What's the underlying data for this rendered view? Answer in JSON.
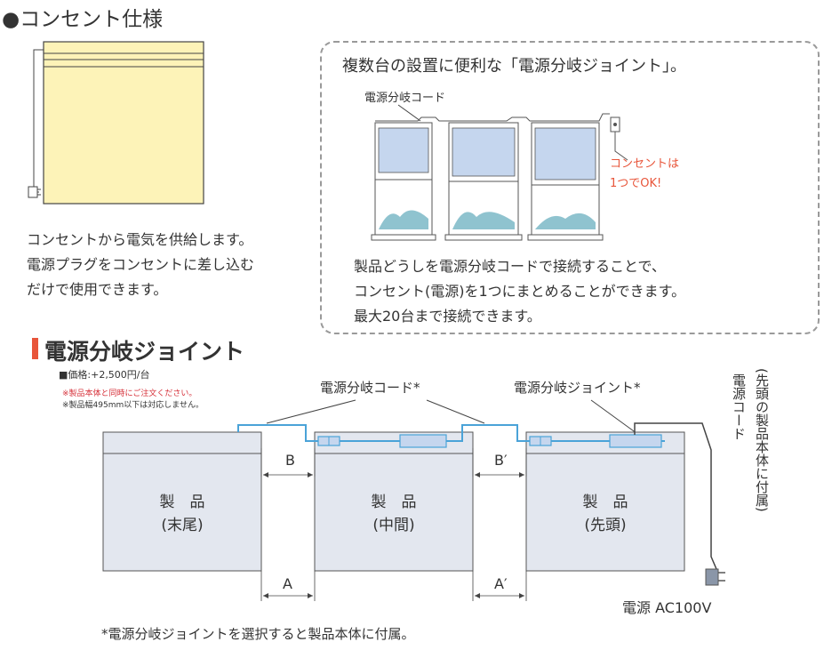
{
  "outlet_section": {
    "title": "●コンセント仕様",
    "description_lines": [
      "コンセントから電気を供給します。",
      "電源プラグをコンセントに差し込む",
      "だけで使用できます。"
    ]
  },
  "callout": {
    "heading": "複数台の設置に便利な「電源分岐ジョイント」。",
    "cord_label": "電源分岐コード",
    "outlet_note_lines": [
      "コンセントは",
      "1つでOK!"
    ],
    "body_lines": [
      "製品どうしを電源分岐コードで接続することで、",
      "コンセント(電源)を1つにまとめることができます。",
      "最大20台まで接続できます。"
    ]
  },
  "joint_section": {
    "title": "電源分岐ジョイント",
    "price": "■価格:+2,500円/台",
    "notes_red": [
      "※製品本体と同時にご注文ください。"
    ],
    "notes": [
      "※製品幅495mm以下は対応しません。"
    ]
  },
  "diagram": {
    "cord_label": "電源分岐コード*",
    "joint_label": "電源分岐ジョイント*",
    "power_cord_vertical": "電源コード",
    "power_cord_note_vertical": "(先頭の製品本体に付属)",
    "products": [
      {
        "line1": "製　品",
        "line2": "(末尾)"
      },
      {
        "line1": "製　品",
        "line2": "(中間)"
      },
      {
        "line1": "製　品",
        "line2": "(先頭)"
      }
    ],
    "dim_B": "B",
    "dim_B2": "B′",
    "dim_A": "A",
    "dim_A2": "A′",
    "power_label": "電源 AC100V",
    "footnote": "*電源分岐ジョイントを選択すると製品本体に付属。"
  },
  "colors": {
    "accent": "#e8553a",
    "cord_blue": "#4aa3d8",
    "product_fill": "#e3e7ef",
    "blind_fill": "#fdf3b8",
    "sky": "#c5d6ee",
    "hill": "#8fc3cf",
    "outlet_red": "#e8553a"
  }
}
